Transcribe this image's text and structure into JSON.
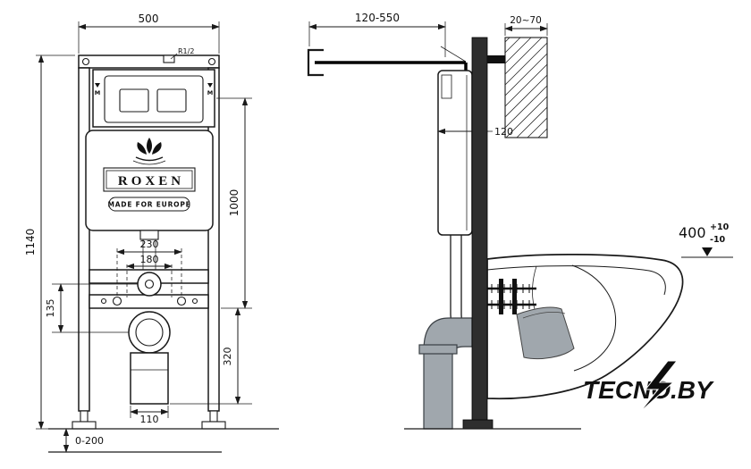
{
  "colors": {
    "line": "#1a1a1a",
    "pipe_gray": "#a0a7ad",
    "watermark": "#e8222a"
  },
  "front": {
    "dim_width": "500",
    "dim_height": "1140",
    "dim_flush_height": "1000",
    "dim_holes_outer": "230",
    "dim_holes_inner": "180",
    "dim_inlet_offset": "135",
    "dim_drain_height": "320",
    "dim_outlet_width": "110",
    "dim_feet_range": "0-200",
    "thread_label": "R1/2",
    "mark_left": "M",
    "mark_right": "M"
  },
  "side": {
    "dim_depth_range": "120-550",
    "dim_wall_gap": "20~70",
    "dim_cistern_depth": "120",
    "dim_rim_height": "400",
    "tol_plus": "+10",
    "tol_minus": "-10"
  },
  "brand": {
    "logo": "ROXEN",
    "tagline": "MADE FOR EUROPE"
  },
  "watermark": {
    "text": "TECNO.BY"
  }
}
